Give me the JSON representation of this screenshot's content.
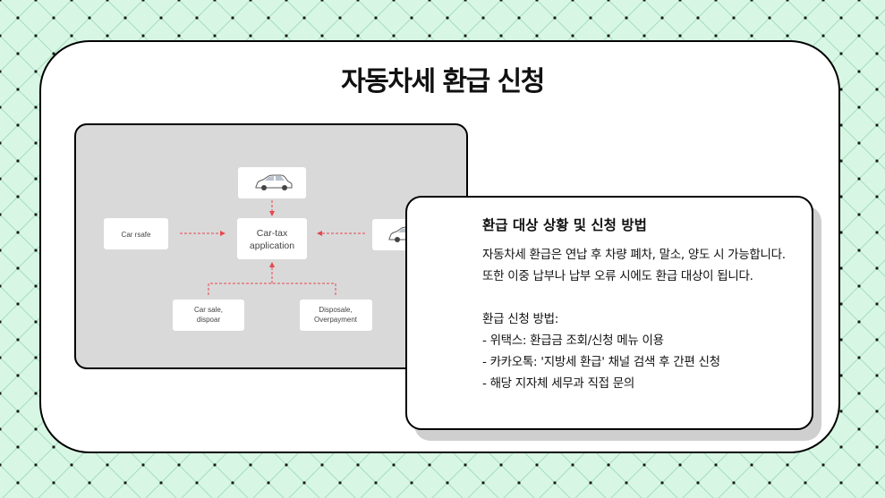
{
  "title": "자동차세 환급 신청",
  "diagram": {
    "left_node": "Car rsafe",
    "center_node_line1": "Car-tax",
    "center_node_line2": "application",
    "bottom_left_line1": "Car sale,",
    "bottom_left_line2": "dispoar",
    "bottom_right_line1": "Disposale,",
    "bottom_right_line2": "Overpayment"
  },
  "info": {
    "heading": "환급 대상 상황 및 신청 방법",
    "desc_line1": "자동차세 환급은 연납 후 차량 폐차, 말소, 양도 시 가능합니다.",
    "desc_line2": "또한 이중 납부나 납부 오류 시에도 환급 대상이 됩니다.",
    "method_title": "환급 신청 방법:",
    "method_items": [
      "- 위택스: 환급금 조회/신청 메뉴 이용",
      "- 카카오톡: '지방세 환급' 채널 검색 후 간편 신청",
      "- 해당 지자체 세무과 직접 문의"
    ]
  },
  "colors": {
    "background": "#d7f7e4",
    "pattern": "#9fd8b8",
    "arrow": "#e5484d"
  }
}
